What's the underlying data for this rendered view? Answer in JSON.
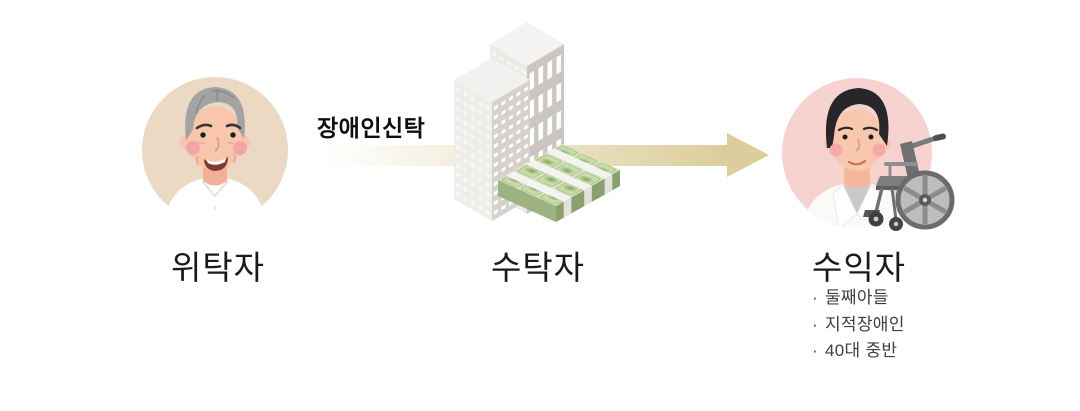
{
  "arrow": {
    "label": "장애인신탁"
  },
  "nodes": {
    "trustor": {
      "label": "위탁자"
    },
    "trustee": {
      "label": "수탁자"
    },
    "beneficiary": {
      "label": "수익자",
      "bullet": "·",
      "details": [
        "둘째아들",
        "지적장애인",
        "40대 중반"
      ]
    }
  },
  "colors": {
    "trustor-bg": "#EBD9C4",
    "beneficiary-bg": "#F6D3CF",
    "arrow-tan": "#DCCD9B",
    "text-primary": "#1A1A1A",
    "text-secondary": "#3F3F3F",
    "building-light": "#ECEAE7",
    "building-dark": "#CBC6C1",
    "money-top": "#D6E3BF",
    "money-left": "#9DB281",
    "money-right": "#8AA06E",
    "skin": "#F8C6AC",
    "cheek": "#F2A6A3",
    "hair-gray": "#A3A3A3",
    "hair-black": "#26262B",
    "wheelchair-gray": "#8C8C8C"
  }
}
